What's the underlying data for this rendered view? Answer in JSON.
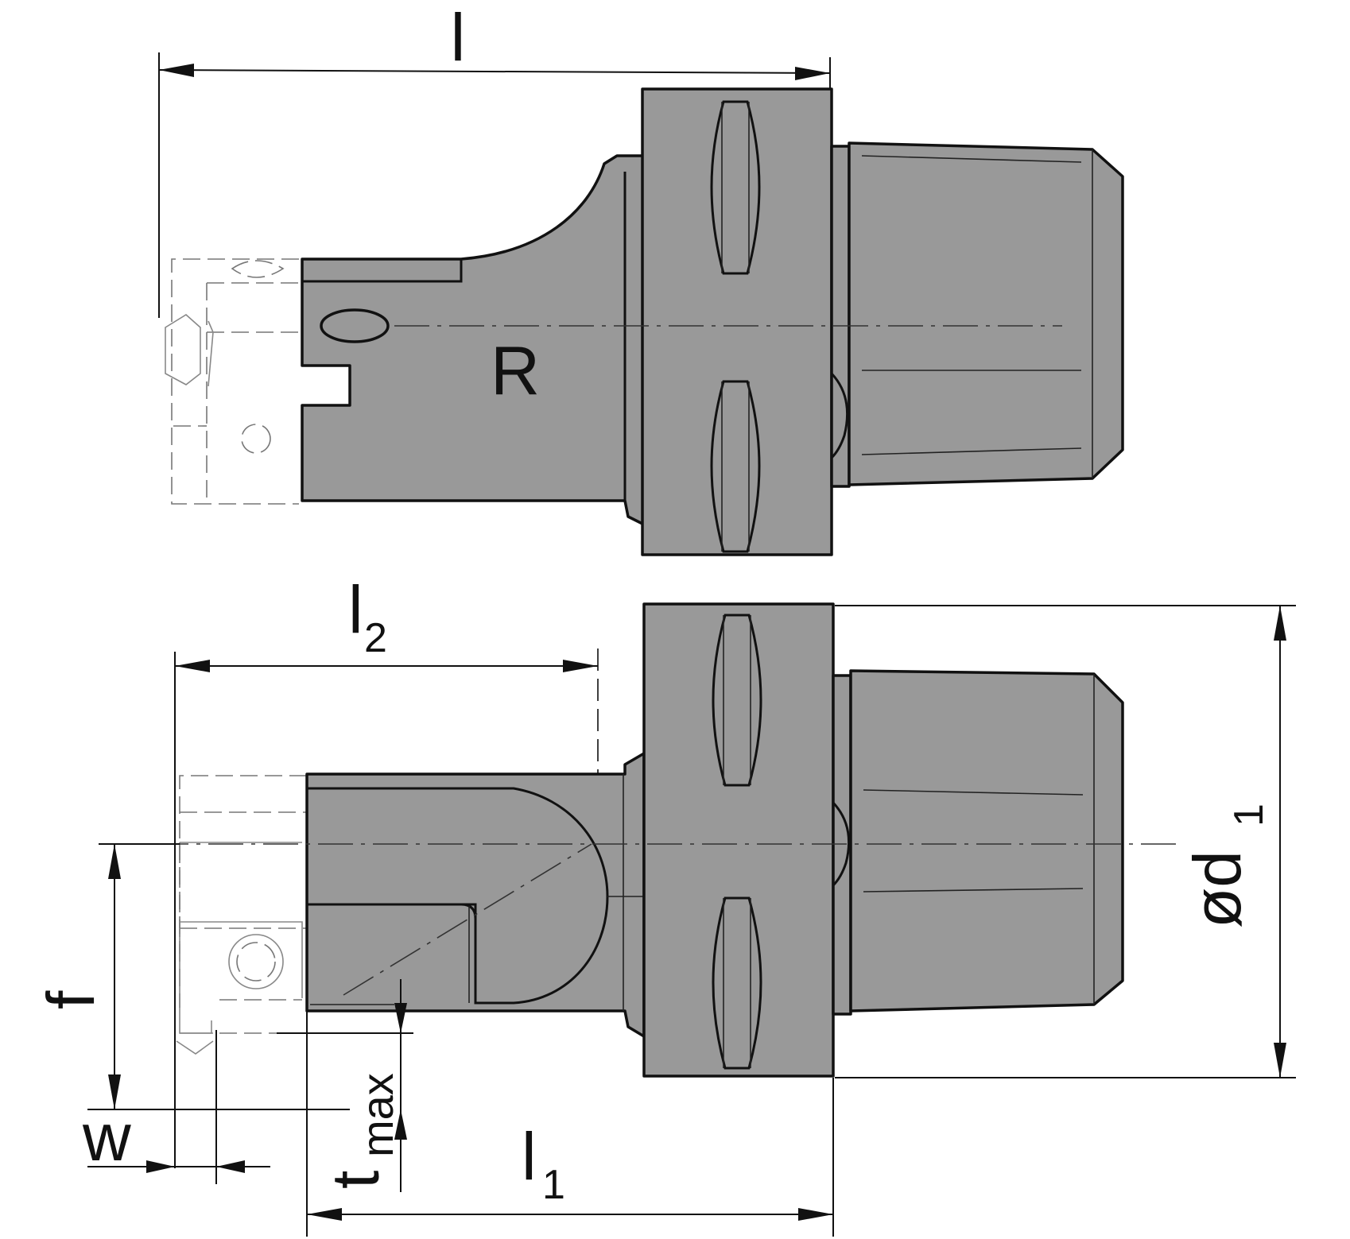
{
  "drawing": {
    "part_mark": "R",
    "dimensions": {
      "l": {
        "base": "l",
        "sub": ""
      },
      "l2": {
        "base": "l",
        "sub": "2"
      },
      "l1": {
        "base": "l",
        "sub": "1"
      },
      "d1": {
        "base": "ød",
        "sub": "1"
      },
      "f": {
        "base": "f",
        "sub": ""
      },
      "w": {
        "base": "w",
        "sub": ""
      },
      "tmax": {
        "base": "t",
        "sub": "max"
      }
    },
    "colors": {
      "body_fill": "#999999",
      "line": "#111111",
      "background": "#ffffff"
    }
  }
}
